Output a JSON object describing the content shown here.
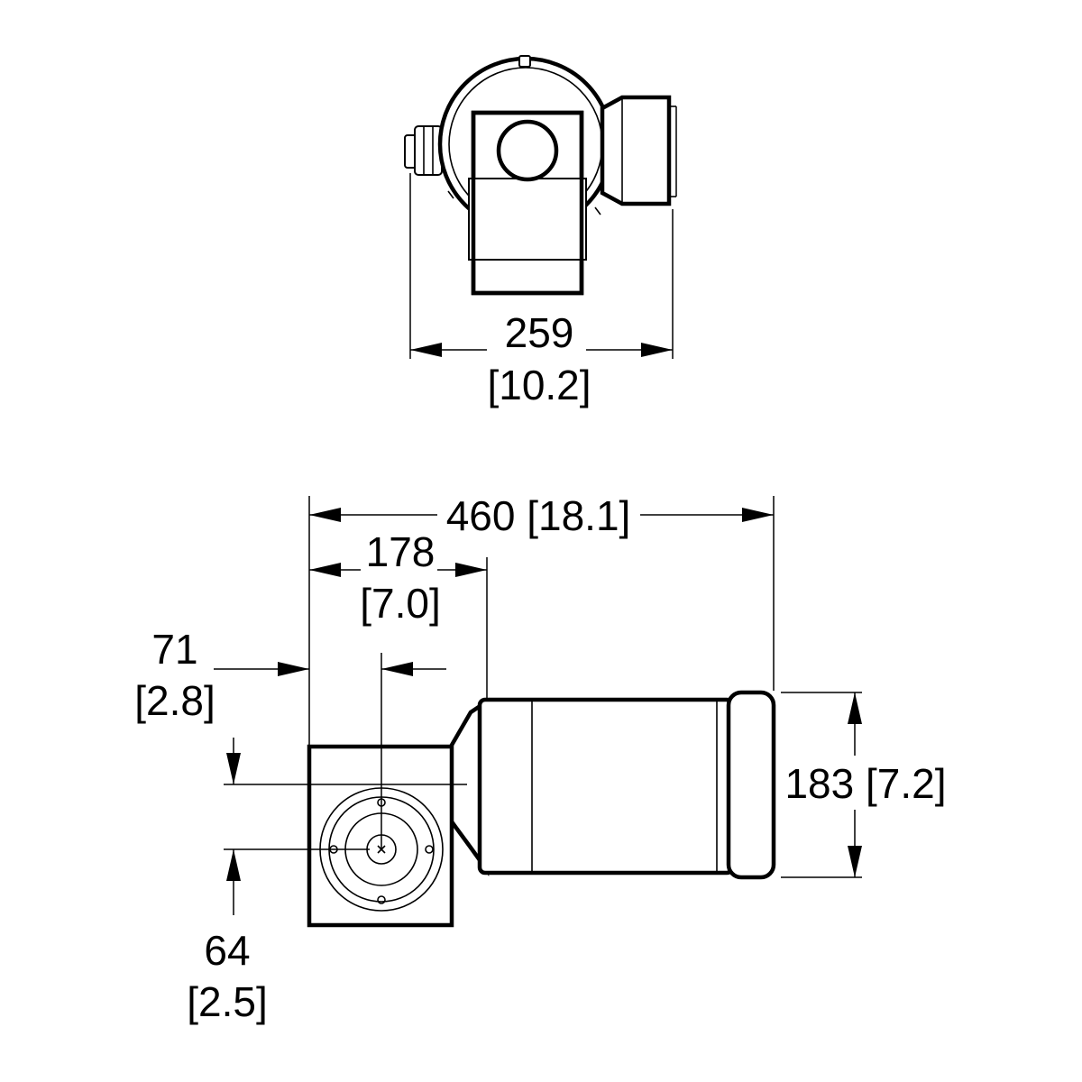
{
  "dimensions": {
    "top_width": {
      "mm": "259",
      "in": "[10.2]"
    },
    "overall_length": {
      "label": "460 [18.1]"
    },
    "gearbox_length": {
      "mm": "178",
      "in": "[7.0]"
    },
    "shaft_offset_x": {
      "mm": "71",
      "in": "[2.8]"
    },
    "shaft_offset_y": {
      "mm": "64",
      "in": "[2.5]"
    },
    "motor_diameter": {
      "label": "183 [7.2]"
    }
  }
}
